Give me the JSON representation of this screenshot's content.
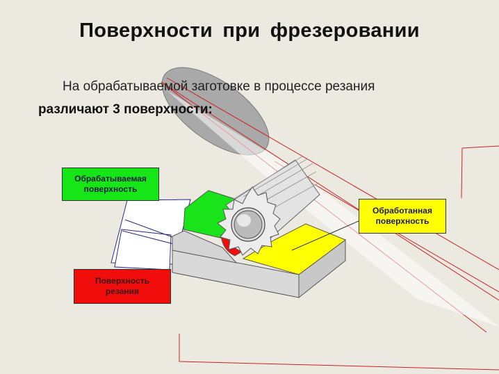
{
  "slide": {
    "title": "Поверхности  при  фрезеровании",
    "text_line1": "На обрабатываемой заготовке в процессе резания",
    "text_line2": "различают 3 поверхности:"
  },
  "labels": {
    "machined_surface": {
      "line1": "Обрабатываемая",
      "line2": "поверхность"
    },
    "cutting_surface": {
      "line1": "Поверхность",
      "line2": "резания"
    },
    "finished_surface": {
      "line1": "Обработанная",
      "line2": "поверхность"
    }
  },
  "colors": {
    "background": "#ece9e1",
    "machined_surface": "#16e516",
    "cutting_surface": "#f20d0d",
    "finished_surface": "#ffff00",
    "block_side": "#d9d9d9",
    "cutter": "#e3e3e3",
    "ellipse": "#a9a9a9",
    "accent_lines": "#cc2222"
  }
}
